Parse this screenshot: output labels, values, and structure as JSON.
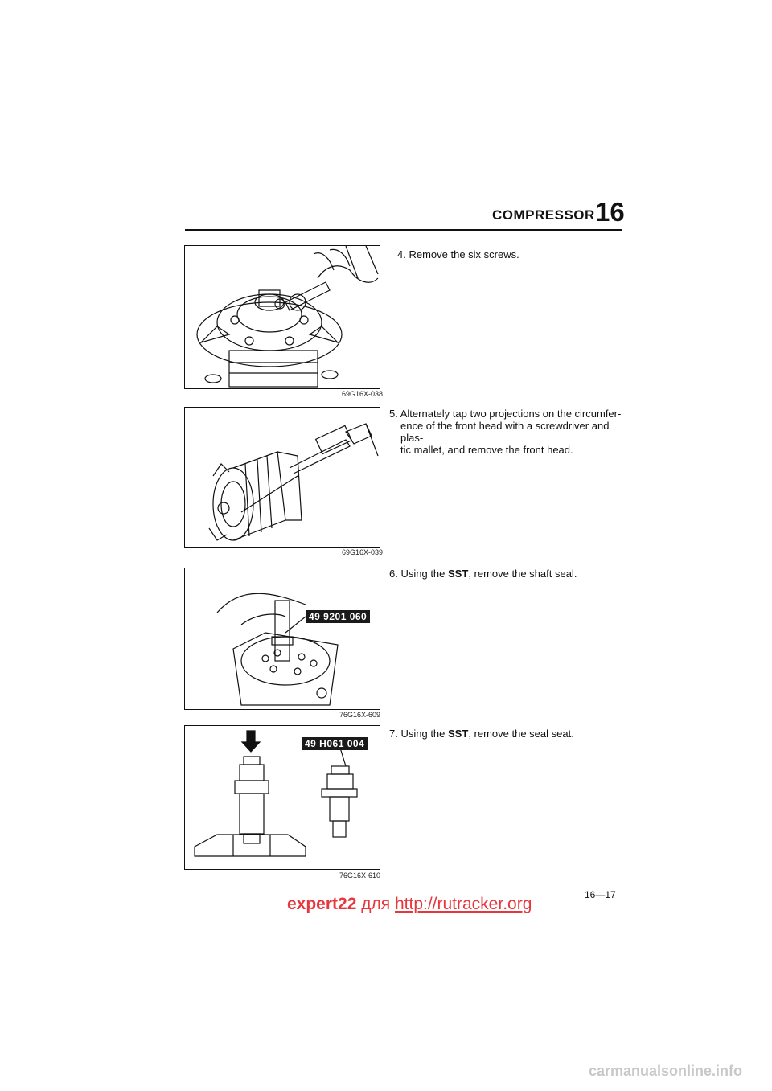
{
  "header": {
    "title": "COMPRESSOR",
    "section_number": "16"
  },
  "figures": [
    {
      "code": "69G16X-038"
    },
    {
      "code": "69G16X-039"
    },
    {
      "code": "76G16X-609",
      "sst_label": "49 9201 060"
    },
    {
      "code": "76G16X-610",
      "sst_label": "49 H061 004"
    }
  ],
  "steps": [
    {
      "number": "4.",
      "text": "Remove the six screws."
    },
    {
      "number": "5.",
      "text": "Alternately tap two projections on the circumfer-ence of the front head with a screwdriver and plas-tic mallet, and remove the front head.",
      "lines": [
        "Alternately tap two projections on the circumfer-",
        "ence of the front head with a screwdriver and plas-",
        "tic mallet, and remove the front head."
      ]
    },
    {
      "number": "6.",
      "pre": "Using the ",
      "bold": "SST",
      "post": ", remove the shaft seal."
    },
    {
      "number": "7.",
      "pre": "Using the ",
      "bold": "SST",
      "post": ", remove the seal seat."
    }
  ],
  "page_number": "16—17",
  "watermark": {
    "user": "expert22",
    "middle": "для",
    "link": "http://rutracker.org"
  },
  "site": "carmanualsonline.info"
}
